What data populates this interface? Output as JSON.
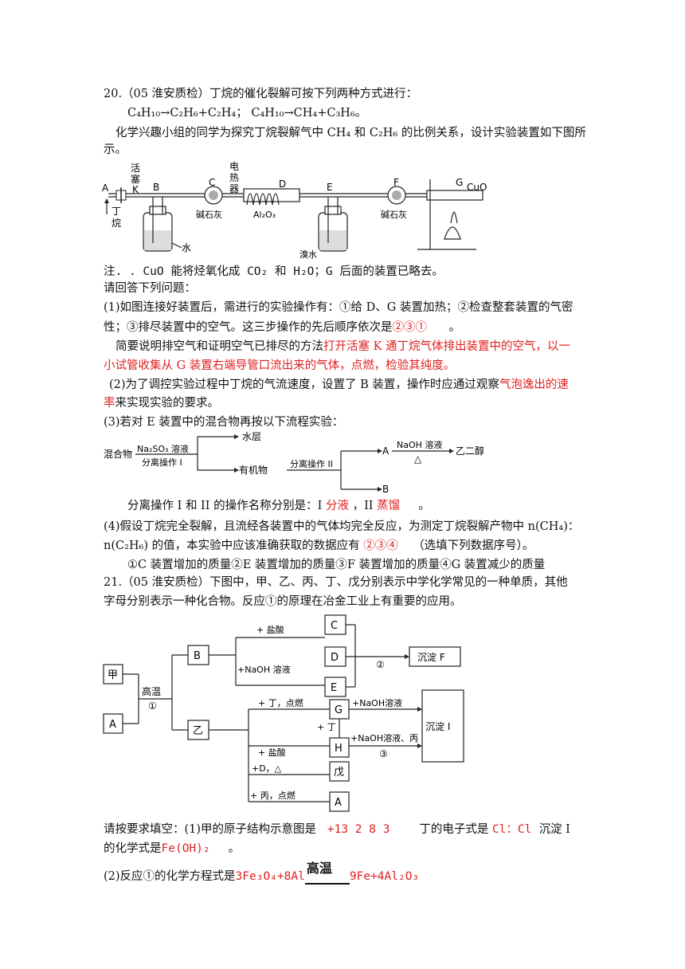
{
  "q20": {
    "line1": "20.（05 淮安质检）丁烷的催化裂解可按下列两种方式进行：",
    "line2": "C₄H₁₀→C₂H₆+C₂H₄；    C₄H₁₀→CH₄+C₃H₆。",
    "line3": "化学兴趣小组的同学为探究丁烷裂解气中 CH₄ 和 C₂H₆ 的比例关系，设计实验装置如下图所",
    "line4": "示。",
    "apparatus": {
      "A": "A",
      "K_label1": "活",
      "K_label2": "塞",
      "K": "K",
      "B": "B",
      "C": "C",
      "heater1": "电",
      "heater2": "热",
      "heater3": "器",
      "D": "D",
      "E": "E",
      "F": "F",
      "G": "G",
      "CuO": "CuO",
      "butane1": "丁",
      "butane2": "烷",
      "water": "水",
      "soda_lime1": "碱石灰",
      "alumina": "Al₂O₃",
      "bromine_water": "溴水",
      "soda_lime2": "碱石灰"
    },
    "note": "注. . CuO 能将烃氧化成 CO₂ 和 H₂O；G 后面的装置已略去。",
    "prompt": "请回答下列问题：",
    "p1_line1": "(1)如图连接好装置后，需进行的实验操作有：①给 D、G 装置加热；②检查整套装置的气密",
    "p1_line2_pre": "性；③排尽装置中的空气。这三步操作的先后顺序依次是",
    "p1_answer": "②③①",
    "p1_line2_post": "      。",
    "p1_line3_pre": "简要说明排空气和证明空气已排尽的方法",
    "p1_answer2_a": "打开活塞 K 通丁烷气体排出装置中的空气，以一",
    "p1_answer2_b": "小试管收集从 G 装置右端导管口流出来的气体，点燃，检验其纯度。",
    "p2_pre": "(2)为了调控实验过程中丁烷的气流速度，设置了 B 装置，操作时应通过观察",
    "p2_answer_a": "气泡逸出的速",
    "p2_answer_b": "率",
    "p2_post": "来实现实验的要求。",
    "p3": "(3)若对 E 装置中的混合物再按以下流程实验：",
    "flow": {
      "mixture": "混合物",
      "reagent1": "Na₂SO₃ 溶液",
      "op1": "分离操作 I",
      "water_layer": "水层",
      "organic": "有机物",
      "op2": "分离操作 II",
      "A": "A",
      "B": "B",
      "reagent2": "NaOH 溶液",
      "heat": "△",
      "glycol": "乙二醇"
    },
    "p3_ans_pre": "分离操作 I 和 II 的操作名称分别是：I",
    "p3_ans1": "分液",
    "p3_ans_mid": "，II",
    "p3_ans2": "蒸馏",
    "p3_ans_post": "。",
    "p4_line1": "(4)假设丁烷完全裂解，且流经各装置中的气体均完全反应，为测定丁烷裂解产物中 n(CH₄)：",
    "p4_line2_pre": "n(C₂H₆) 的值，本实验中应该准确获取的数据应有",
    "p4_answer": "②③④",
    "p4_line2_post": "（选填下列数据序号）。",
    "p4_options": "①C 装置增加的质量②E 装置增加的质量③F 装置增加的质量④G 装置减少的质量"
  },
  "q21": {
    "line1": "21.（05 淮安质检）下图中，甲、乙、丙、丁、戊分别表示中学化学常见的一种单质，其他",
    "line2": "字母分别表示一种化合物。反应①的原理在冶金工业上有重要的应用。",
    "diagram": {
      "jia": "甲",
      "A_left": "A",
      "high_temp": "高温",
      "circ1": "①",
      "B": "B",
      "yi": "乙",
      "plus_hcl1": "+ 盐酸",
      "plus_naoh1": "+NaOH 溶液",
      "C": "C",
      "D": "D",
      "E": "E",
      "circ2": "②",
      "ppt_F": "沉淀 F",
      "plus_ding_fire": "+ 丁，点燃",
      "G": "G",
      "plus_naoh2": "+NaOH溶液",
      "plus_ding": "+ 丁",
      "plus_hcl2": "+ 盐酸",
      "H": "H",
      "plus_naoh_bing": "+NaOH溶液、丙",
      "circ3": "③",
      "ppt_I": "沉淀 I",
      "plus_D_heat": "+D，△",
      "wu": "戊",
      "plus_bing_fire": "+ 丙，点燃",
      "A_right": "A"
    },
    "ans1_pre": "请按要求填空：(1)甲的原子结构示意图是",
    "ans1_a": "+13 2 8 3",
    "ans1_mid": "丁的电子式是",
    "ans1_b": "Cl：Cl",
    "ans1_post": "沉淀 I",
    "ans1_line2_pre": "的化学式是",
    "ans1_c": "Fe(OH)₂",
    "ans1_line2_post": "。",
    "ans2_pre": "(2)反应①的化学方程式是",
    "ans2_lhs": "3Fe₃O₄+8Al",
    "ans2_cond": "高温",
    "ans2_rhs": "9Fe+4Al₂O₃"
  }
}
